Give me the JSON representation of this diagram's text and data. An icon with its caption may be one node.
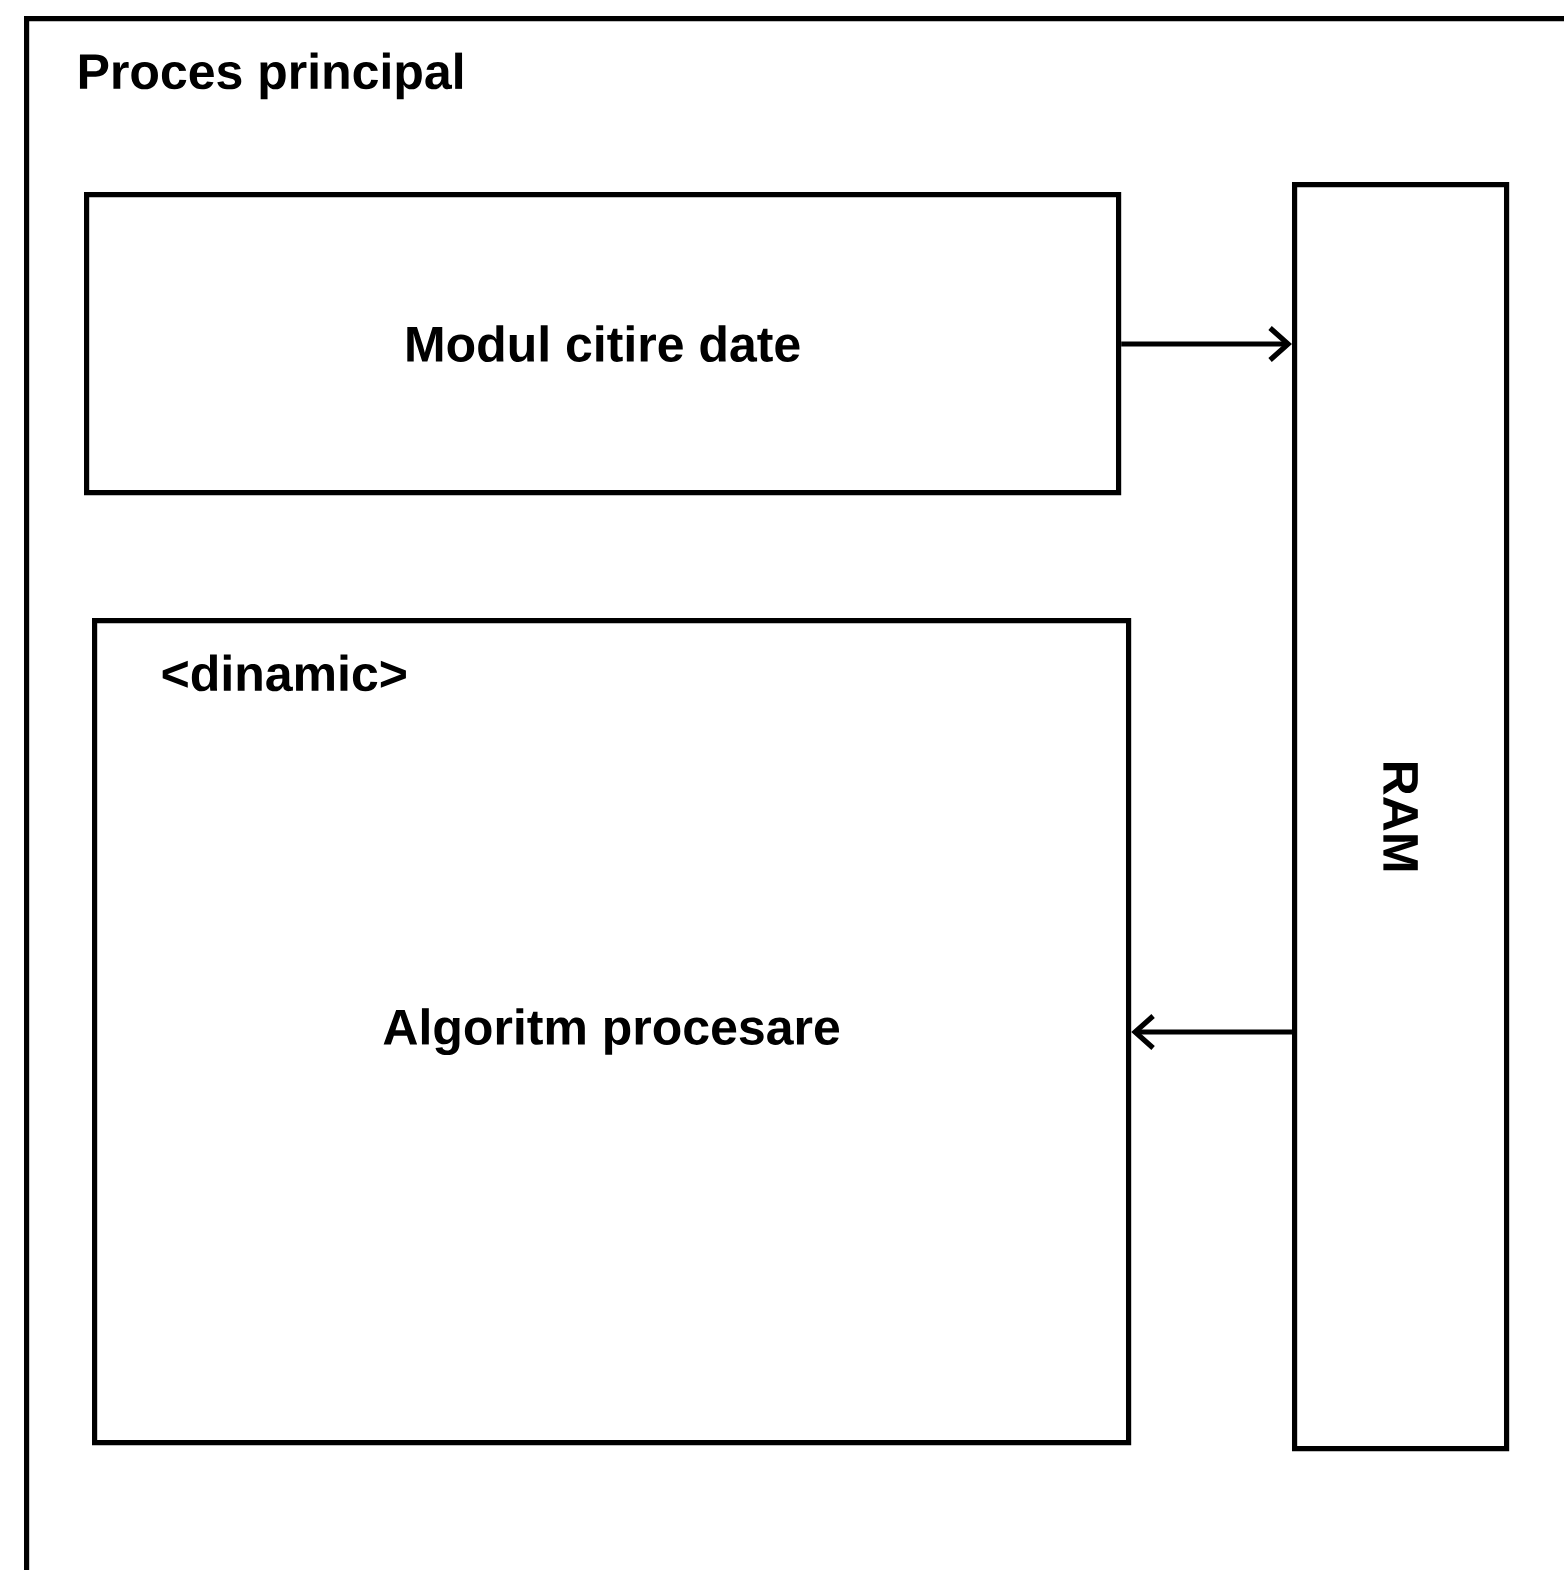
{
  "diagram": {
    "nodes": [
      {
        "text": [
          "Proces principal"
        ]
      },
      {
        "text": [
          "Modul citire date"
        ],
        "in": 0
      },
      {
        "text": [
          "<dinamic>",
          "Algoritm procesare"
        ],
        "in": 0
      },
      {
        "text": [
          "RAM"
        ],
        "in": 0
      }
    ],
    "edges": [
      {
        "from": 1,
        "to": 3,
        "arrow": "to"
      },
      {
        "from": 3,
        "to": 2,
        "arrow": "to"
      }
    ]
  }
}
